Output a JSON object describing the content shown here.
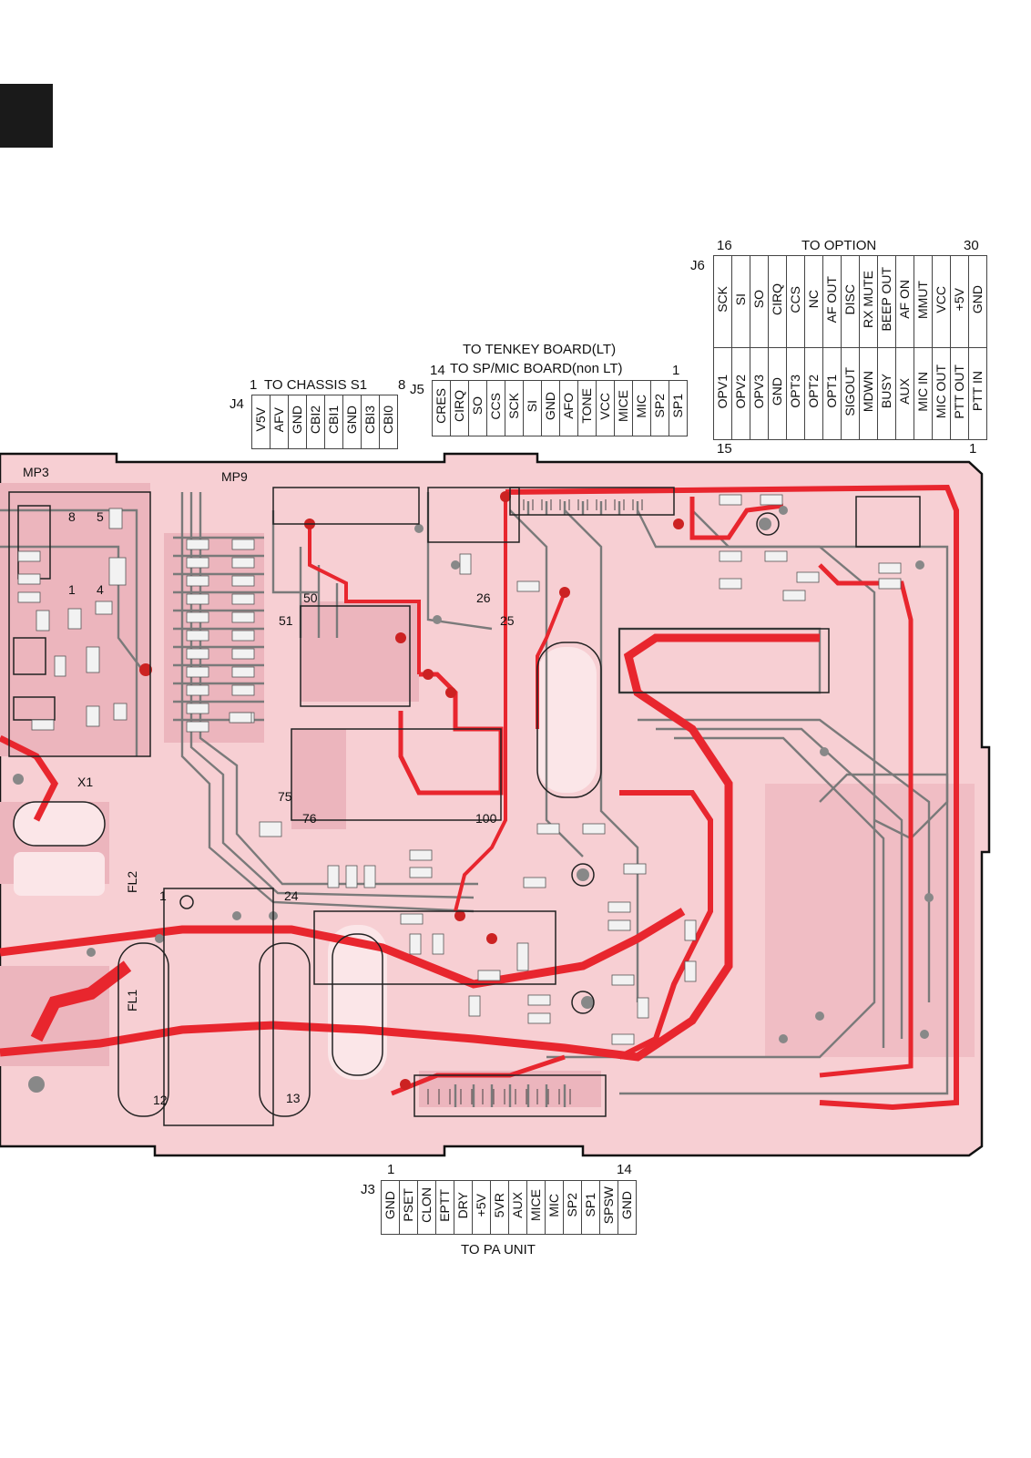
{
  "connectors": {
    "j6": {
      "name": "J6",
      "title": "TO OPTION",
      "pin_top_left": "16",
      "pin_top_right": "30",
      "pin_bottom_left": "15",
      "pin_bottom_right": "1",
      "top_row": [
        "SCK",
        "SI",
        "SO",
        "CIRQ",
        "CCS",
        "NC",
        "AF OUT",
        "DISC",
        "RX MUTE",
        "BEEP OUT",
        "AF ON",
        "MMUT",
        "VCC",
        "+5V",
        "GND"
      ],
      "bottom_row": [
        "OPV1",
        "OPV2",
        "OPV3",
        "GND",
        "OPT3",
        "OPT2",
        "OPT1",
        "SIGOUT",
        "MDWN",
        "BUSY",
        "AUX",
        "MIC IN",
        "MIC OUT",
        "PTT OUT",
        "PTT IN"
      ]
    },
    "j5": {
      "name": "J5",
      "title_line1": "TO TENKEY BOARD(LT)",
      "title_line2": "TO SP/MIC BOARD(non LT)",
      "pin_left": "14",
      "pin_right": "1",
      "pins": [
        "CRES",
        "CIRQ",
        "SO",
        "CCS",
        "SCK",
        "SI",
        "GND",
        "AFO",
        "TONE",
        "VCC",
        "MICE",
        "MIC",
        "SP2",
        "SP1"
      ]
    },
    "j4": {
      "name": "J4",
      "title": "TO CHASSIS S1",
      "pin_left": "1",
      "pin_right": "8",
      "pins": [
        "V5V",
        "AFV",
        "GND",
        "CBI2",
        "CBI1",
        "GND",
        "CBI3",
        "CBI0"
      ]
    },
    "j3": {
      "name": "J3",
      "title": "TO PA UNIT",
      "pin_left": "1",
      "pin_right": "14",
      "pins": [
        "GND",
        "PSET",
        "CLON",
        "EPTT",
        "DRY",
        "+5V",
        "5VR",
        "AUX",
        "MICE",
        "MIC",
        "SP2",
        "SP1",
        "SPSW",
        "GND"
      ]
    }
  },
  "board": {
    "mp3": "MP3",
    "mp9": "MP9",
    "x1": "X1",
    "fl1": "FL1",
    "fl2": "FL2",
    "ic_pins": {
      "p50": "50",
      "p26": "26",
      "p25": "25",
      "p51": "51",
      "p75": "75",
      "p76": "76",
      "p100": "100",
      "p1": "1",
      "p24": "24",
      "p12": "12",
      "p13": "13",
      "p8": "8",
      "p5": "5",
      "p1b": "1",
      "p4": "4"
    }
  },
  "colors": {
    "board_fill": "#f7cfd3",
    "board_dark": "#ebb0b8",
    "trace_red": "#e8262e",
    "trace_grey": "#7a7a7a",
    "outline": "#111111"
  }
}
